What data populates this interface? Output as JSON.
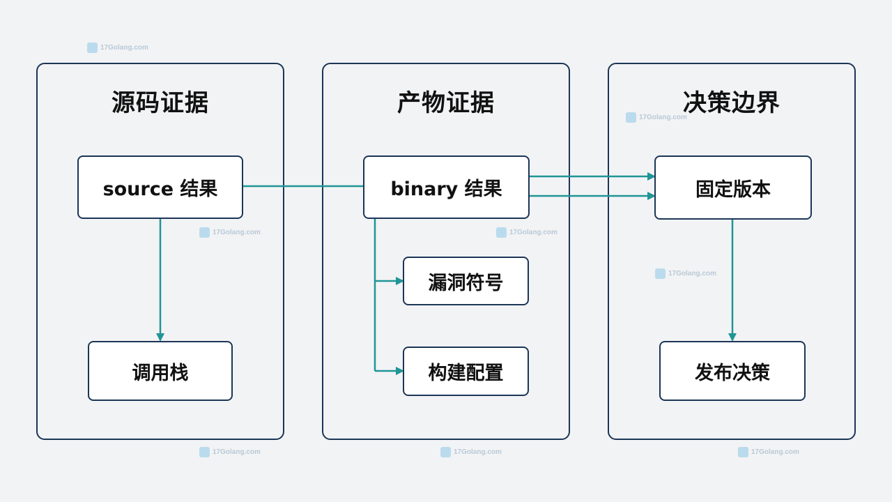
{
  "panels": [
    {
      "title": "源码证据"
    },
    {
      "title": "产物证据"
    },
    {
      "title": "决策边界"
    }
  ],
  "nodes": {
    "source_result": "source 结果",
    "call_stack": "调用栈",
    "binary_result": "binary 结果",
    "vuln_symbol": "漏洞符号",
    "build_config": "构建配置",
    "pinned_version": "固定版本",
    "release_decision": "发布决策"
  },
  "watermark": {
    "text": "17Golang.com"
  },
  "colors": {
    "border": "#1b3556",
    "edge": "#1f9596",
    "background": "#f2f3f5"
  }
}
